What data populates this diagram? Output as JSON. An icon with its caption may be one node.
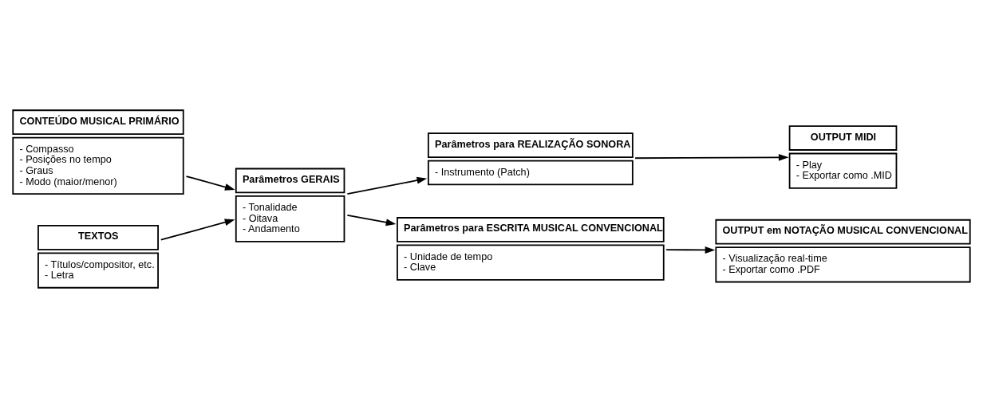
{
  "diagram": {
    "nodes": [
      {
        "text": [
          "CONTEÚDO MUSICAL PRIMÁRIO",
          "- Compasso",
          "- Posições no tempo",
          "- Graus",
          "- Modo (maior/menor)"
        ]
      },
      {
        "text": [
          "TEXTOS",
          "- Títulos/compositor, etc.",
          "- Letra"
        ]
      },
      {
        "text": [
          "Parâmetros GERAIS",
          "- Tonalidade",
          "- Oitava",
          "- Andamento"
        ]
      },
      {
        "text": [
          "Parâmetros para REALIZAÇÃO SONORA",
          "- Instrumento (Patch)"
        ]
      },
      {
        "text": [
          "Parâmetros para ESCRITA MUSICAL CONVENCIONAL",
          "- Unidade de tempo",
          "- Clave"
        ]
      },
      {
        "text": [
          "OUTPUT MIDI",
          "- Play",
          "- Exportar como .MID"
        ]
      },
      {
        "text": [
          "OUTPUT em NOTAÇÃO MUSICAL CONVENCIONAL",
          "- Visualização real-time",
          "- Exportar como .PDF"
        ]
      }
    ],
    "edges": [
      {
        "from": 0,
        "to": 2,
        "arrow": "to"
      },
      {
        "from": 1,
        "to": 2,
        "arrow": "to"
      },
      {
        "from": 2,
        "to": 3,
        "arrow": "to"
      },
      {
        "from": 2,
        "to": 4,
        "arrow": "to"
      },
      {
        "from": 3,
        "to": 5,
        "arrow": "to"
      },
      {
        "from": 4,
        "to": 6,
        "arrow": "to"
      }
    ]
  }
}
